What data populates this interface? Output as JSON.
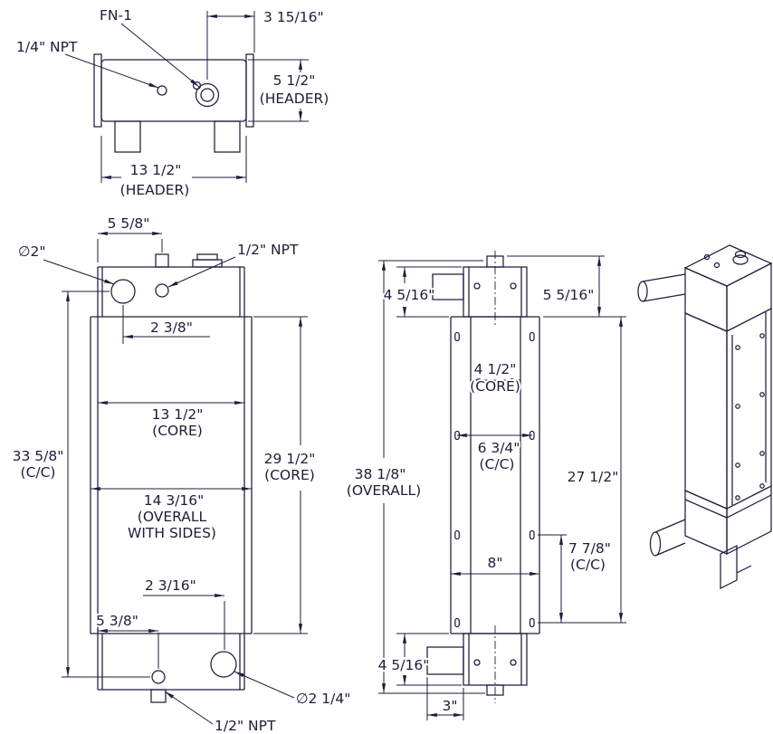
{
  "meta": {
    "ink": "#1d1d3b",
    "background": "#ffffff",
    "description": "Radiator dimensional engineering drawing with top view, front view, side view and isometric view"
  },
  "top_view": {
    "fn1": "FN-1",
    "npt": "1/4\" NPT",
    "dim_filler_offset": "3 15/16\"",
    "dim_depth_line1": "5 1/2\"",
    "dim_depth_line2": "(HEADER)",
    "dim_width_line1": "13 1/2\"",
    "dim_width_line2": "(HEADER)"
  },
  "front_view": {
    "dim_inlet_offset": "5 5/8\"",
    "inlet_diameter": "∅2\"",
    "npt_top": "1/2\" NPT",
    "dim_inlet_center": "2 3/8\"",
    "dim_core_width_line1": "13 1/2\"",
    "dim_core_width_line2": "(CORE)",
    "dim_overall_width_line1": "14 3/16\"",
    "dim_overall_width_line2": "(OVERALL",
    "dim_overall_width_line3": "WITH SIDES)",
    "dim_port_cc_line1": "33 5/8\"",
    "dim_port_cc_line2": "(C/C)",
    "dim_core_height_line1": "29 1/2\"",
    "dim_core_height_line2": "(CORE)",
    "dim_outlet_center": "2 3/16\"",
    "dim_drain_offset": "5 3/8\"",
    "outlet_diameter": "∅2 1/4\"",
    "npt_bottom": "1/2\" NPT"
  },
  "side_view": {
    "dim_top_tank": "4 5/16\"",
    "dim_top_assembly": "5 5/16\"",
    "dim_core_depth_line1": "4 1/2\"",
    "dim_core_depth_line2": "(CORE)",
    "dim_mount_cc_line1": "6 3/4\"",
    "dim_mount_cc_line2": "(C/C)",
    "dim_overall_line1": "38 1/8\"",
    "dim_overall_line2": "(OVERALL)",
    "dim_mount_span": "27 1/2\"",
    "dim_bracket_width": "8\"",
    "dim_lower_cc_line1": "7 7/8\"",
    "dim_lower_cc_line2": "(C/C)",
    "dim_bottom_tank": "4 5/16\"",
    "dim_stub": "3\""
  }
}
